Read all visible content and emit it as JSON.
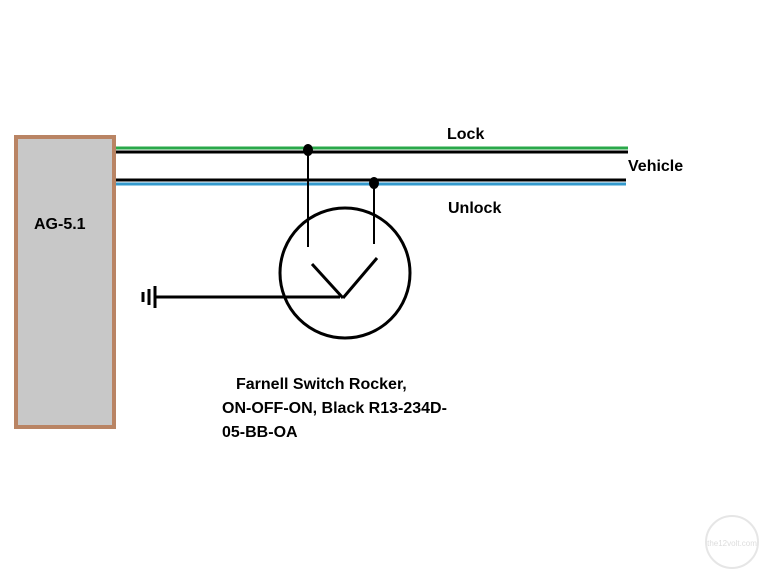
{
  "module": {
    "label": "AG-5.1",
    "fill": "#c8c8c8",
    "border": "#b98464"
  },
  "wires": {
    "lock": {
      "label": "Lock",
      "color": "#2aa84a"
    },
    "unlock": {
      "label": "Unlock",
      "color": "#3399cc"
    },
    "vehicle_label": "Vehicle"
  },
  "switch": {
    "caption_lines": [
      "Farnell Switch Rocker,",
      "ON-OFF-ON, Black R13-234D-",
      "05-BB-OA"
    ]
  },
  "ground": {
    "icon": "ground-symbol-icon"
  },
  "watermark": {
    "text": "the12volt.com"
  }
}
